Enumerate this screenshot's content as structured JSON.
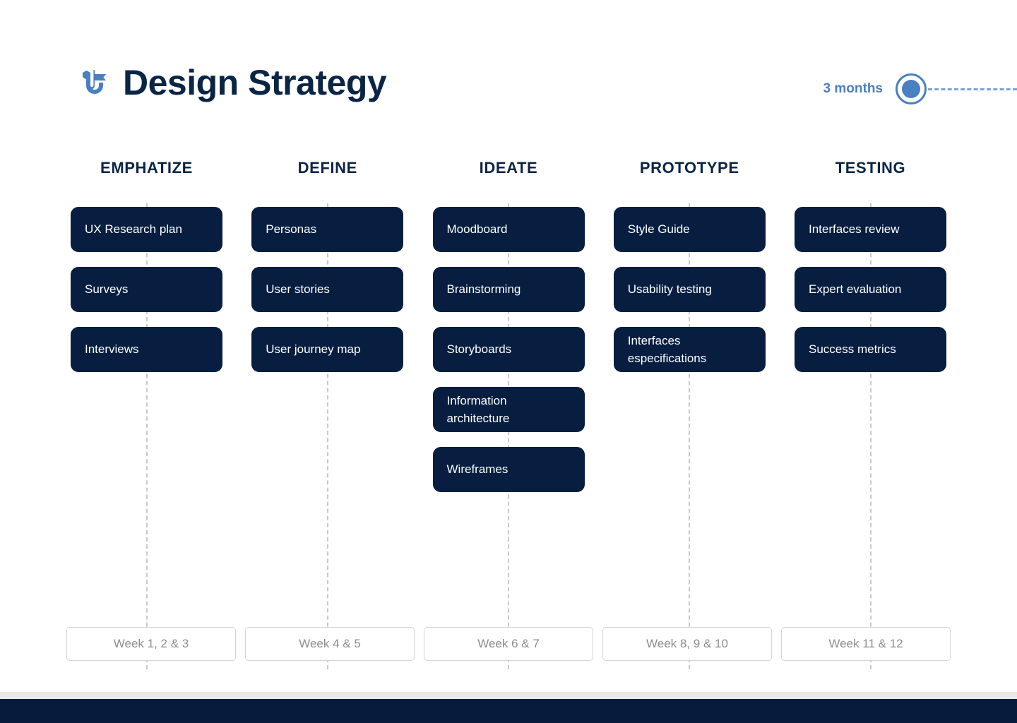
{
  "header": {
    "title": "Design Strategy",
    "logo_icon": "hexagon-flag-logo-icon",
    "timeline": {
      "label": "3 months",
      "marker_icon": "timeline-circle-marker-icon"
    }
  },
  "colors": {
    "card_navy": "#071e40",
    "title_navy": "#0b2545",
    "accent_blue": "#4a7fc1",
    "dashed_gray": "#c9c9c9",
    "week_text": "#8d8d8d",
    "bottom_bar": "#061c3d",
    "bottom_divider": "#e9e9e9"
  },
  "columns": [
    {
      "header": "EMPHATIZE",
      "cards": [
        "UX Research plan",
        "Surveys",
        "Interviews"
      ],
      "week": "Week 1, 2 & 3"
    },
    {
      "header": "DEFINE",
      "cards": [
        "Personas",
        "User stories",
        "User journey map"
      ],
      "week": "Week 4 & 5"
    },
    {
      "header": "IDEATE",
      "cards": [
        "Moodboard",
        "Brainstorming",
        "Storyboards",
        "Information architecture",
        "Wireframes"
      ],
      "week": "Week 6 & 7"
    },
    {
      "header": "PROTOTYPE",
      "cards": [
        "Style Guide",
        "Usability testing",
        "Interfaces especifications"
      ],
      "week": "Week 8, 9 & 10"
    },
    {
      "header": "TESTING",
      "cards": [
        "Interfaces review",
        "Expert evaluation",
        "Success metrics"
      ],
      "week": "Week 11 & 12"
    }
  ]
}
